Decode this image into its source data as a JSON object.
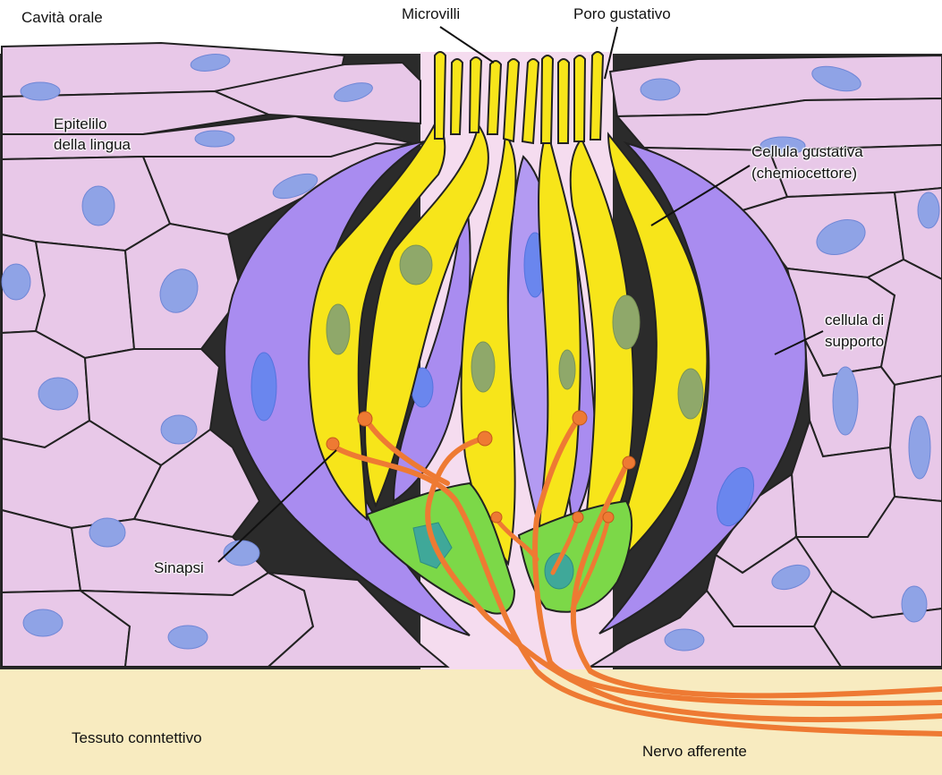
{
  "diagram": {
    "labels": {
      "oral_cavity": "Cavità orale",
      "microvilli": "Microvilli",
      "taste_pore": "Poro gustativo",
      "tongue_epithelium_line1": "Epitelilo",
      "tongue_epithelium_line2": "della lingua",
      "taste_cell_line1": "Cellula gustativa",
      "taste_cell_line2": "(chemiocettore)",
      "support_cell_line1": "cellula di",
      "support_cell_line2": "supporto",
      "synapse": "Sinapsi",
      "connective_tissue": "Tessuto conntettivo",
      "afferent_nerve": "Nervo afferente"
    },
    "colors": {
      "epithelium_cell": "#e8c8e8",
      "epithelium_nucleus": "#8fa3e6",
      "support_cell": "#a98cf0",
      "support_nucleus": "#6a86ee",
      "taste_cell": "#f7e51a",
      "taste_nucleus": "#8fa86a",
      "basal_cell": "#7cd848",
      "basal_nucleus": "#3fa899",
      "nerve": "#ee7a33",
      "connective_tissue": "#f8ebc0",
      "pore_background": "#f5dcef"
    }
  }
}
